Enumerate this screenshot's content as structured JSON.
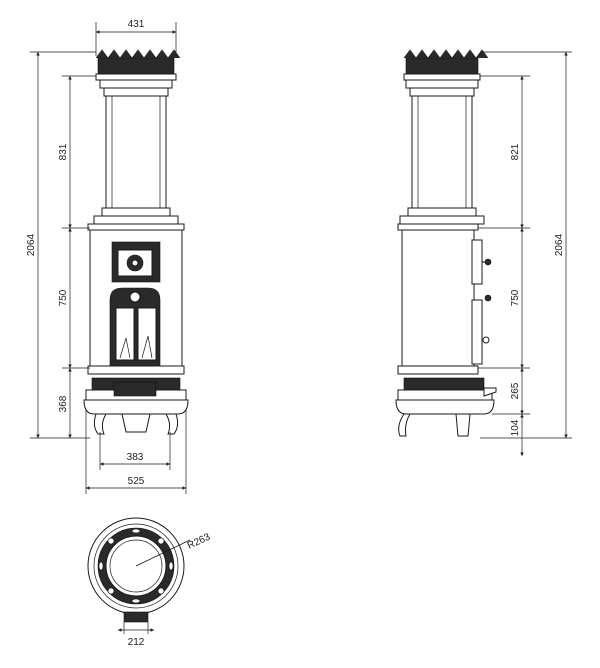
{
  "drawing": {
    "front_view": {
      "dims": {
        "top_width": "431",
        "upper_height": "831",
        "middle_height": "750",
        "lower_height": "368",
        "total_height": "2064",
        "base_width": "383",
        "overall_width": "525"
      }
    },
    "side_view": {
      "dims": {
        "upper_height": "821",
        "middle_height": "750",
        "lower_height": "265",
        "foot_height": "104",
        "total_height": "2064"
      }
    },
    "plan_view": {
      "dims": {
        "radius": "R263",
        "flue_width": "212"
      }
    }
  }
}
